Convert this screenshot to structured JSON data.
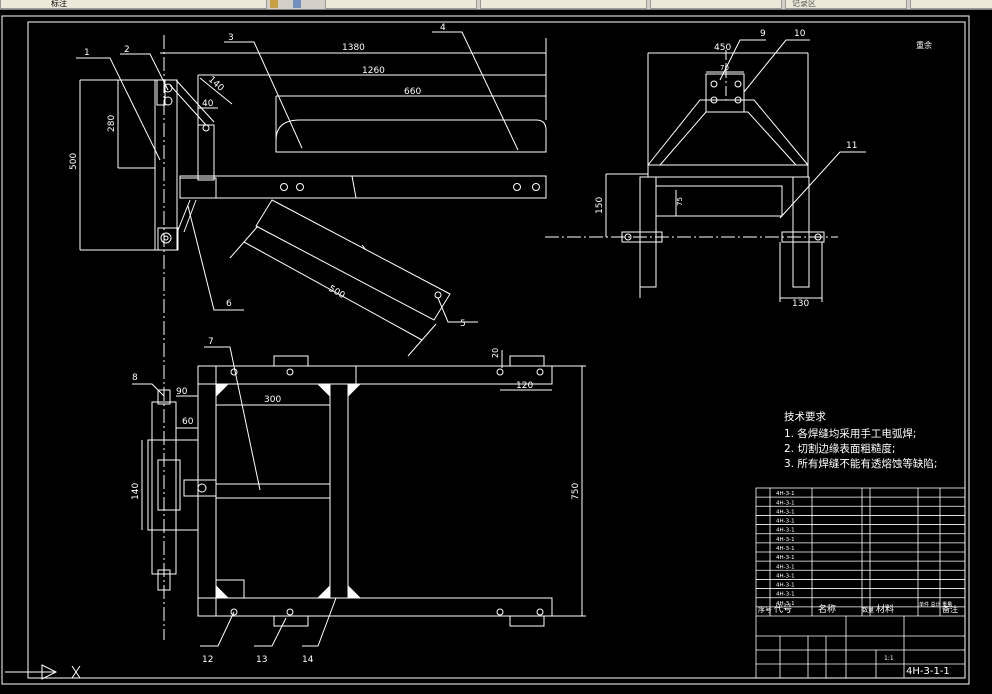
{
  "toolbar": {
    "tabs": [
      "标注",
      "",
      "",
      "",
      "",
      "",
      "记录区"
    ]
  },
  "drawing": {
    "dims": {
      "d1380": "1380",
      "d1260": "1260",
      "d660": "660",
      "d500a": "500",
      "d280": "280",
      "d140a": "140",
      "d40": "40",
      "d500b": "500",
      "d450": "450",
      "d70": "70",
      "d150": "150",
      "d75": "75",
      "d130": "130",
      "d90": "90",
      "d60": "60",
      "d300": "300",
      "d20": "20",
      "d120": "120",
      "d140b": "140",
      "d750": "750"
    },
    "balloons": [
      "1",
      "2",
      "3",
      "4",
      "5",
      "6",
      "7",
      "8",
      "9",
      "10",
      "11",
      "12",
      "13",
      "14"
    ],
    "top_right_note": "重余",
    "tech_req": {
      "title": "技术要求",
      "lines": [
        "1. 各焊缝均采用手工电弧焊;",
        "2. 切割边缘表面粗糙度;",
        "3. 所有焊缝不能有透熔蚀等缺陷;"
      ]
    },
    "title_block": {
      "header_cols": [
        "序号",
        "代号",
        "名称",
        "数量",
        "材料",
        "单件 总计 重量",
        "备注"
      ],
      "row_code": "4H-3-1",
      "drawing_number": "4H-3-1-1",
      "scale": "1:1"
    }
  }
}
